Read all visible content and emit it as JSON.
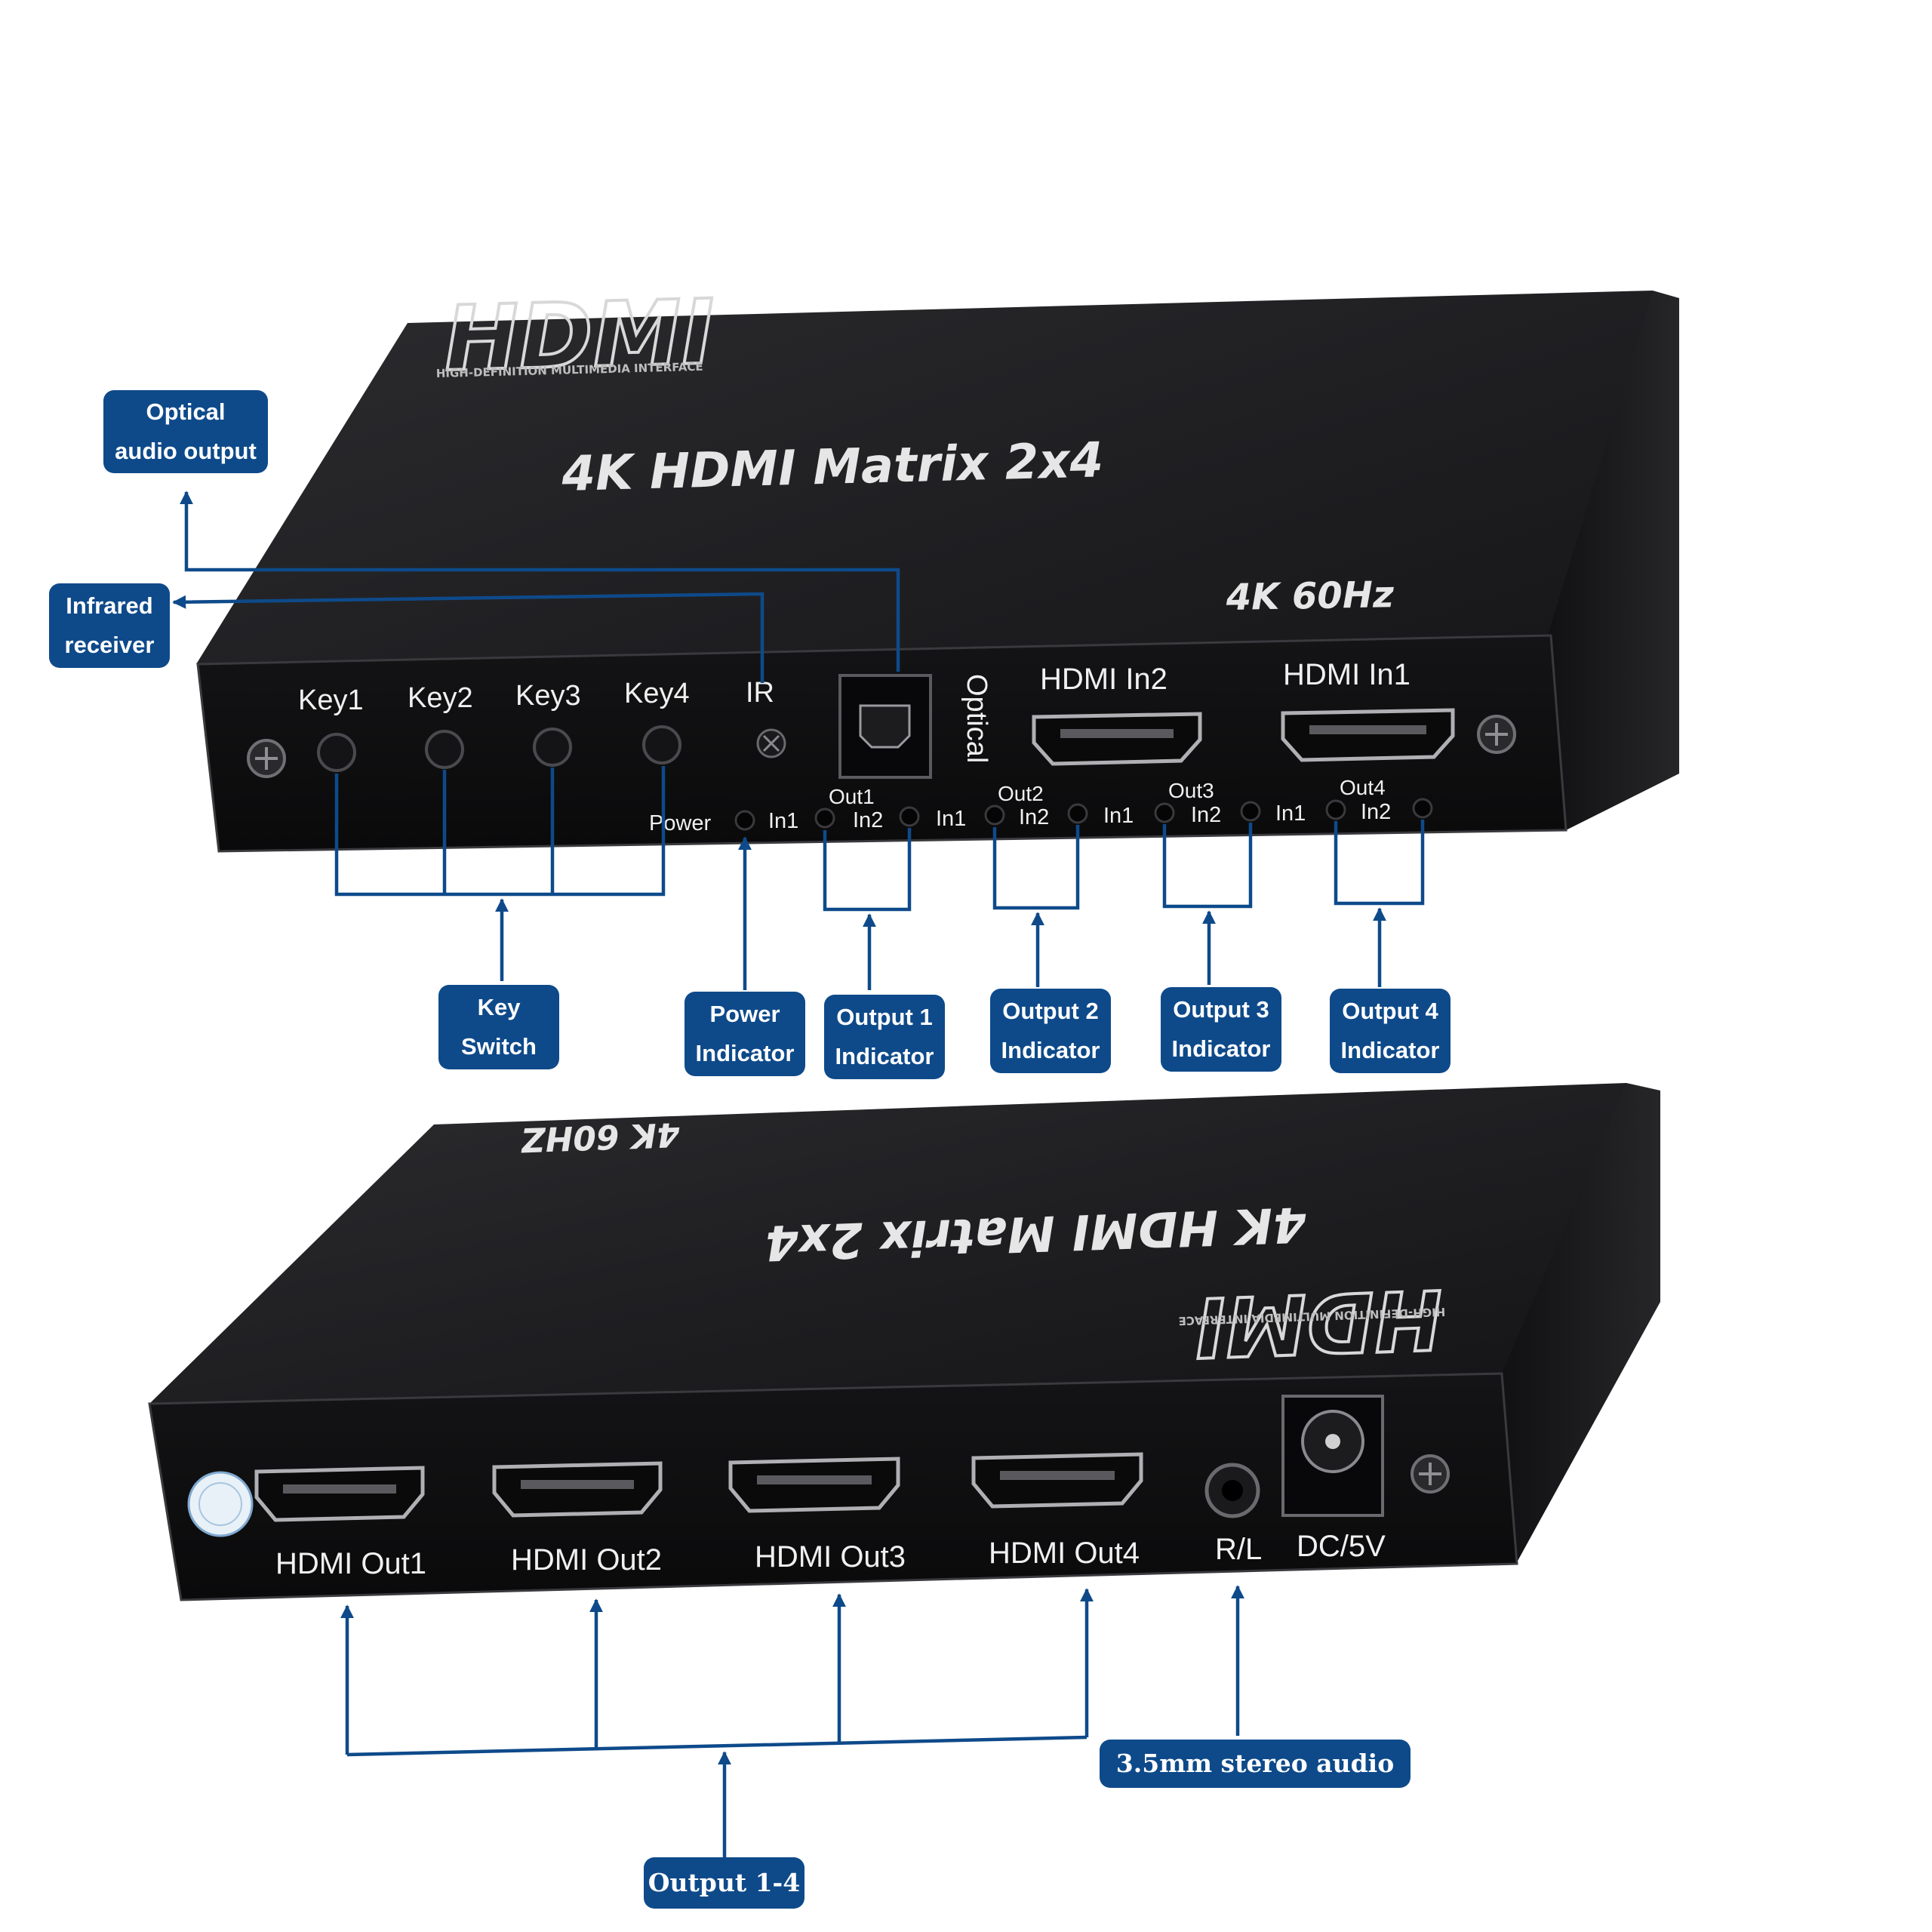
{
  "colors": {
    "callout_bg": "#0e4a8a",
    "leader_line": "#0e4a8a",
    "device_body": "#1c1c1e",
    "device_text": "#e8e8e8"
  },
  "front_unit": {
    "logo": "HDMI",
    "logo_tagline": "HIGH-DEFINITION MULTIMEDIA INTERFACE",
    "model_name": "4K HDMI Matrix 2x4",
    "resolution": "4K 60Hz",
    "port_labels": {
      "key1": "Key1",
      "key2": "Key2",
      "key3": "Key3",
      "key4": "Key4",
      "ir": "IR",
      "optical": "Optical",
      "hdmi_in2": "HDMI In2",
      "hdmi_in1": "HDMI In1"
    },
    "led_labels": {
      "power": "Power",
      "out1": "Out1",
      "out2": "Out2",
      "out3": "Out3",
      "out4": "Out4",
      "in1": "In1",
      "in2": "In2"
    }
  },
  "back_unit": {
    "logo": "HDMI",
    "logo_tagline": "HIGH-DEFINITION MULTIMEDIA INTERFACE",
    "model_name": "4K HDMI Matrix 2x4",
    "resolution": "4K 60HZ",
    "port_labels": {
      "out1": "HDMI Out1",
      "out2": "HDMI Out2",
      "out3": "HDMI Out3",
      "out4": "HDMI Out4",
      "rl": "R/L",
      "dc": "DC/5V"
    }
  },
  "callouts": {
    "optical_output": [
      "Optical",
      "audio output"
    ],
    "infrared_receiver": [
      "Infrared",
      "receiver"
    ],
    "key_switch": [
      "Key",
      "Switch"
    ],
    "power_indicator": [
      "Power",
      "Indicator"
    ],
    "output1_indicator": [
      "Output 1",
      "Indicator"
    ],
    "output2_indicator": [
      "Output 2",
      "Indicator"
    ],
    "output3_indicator": [
      "Output 3",
      "Indicator"
    ],
    "output4_indicator": [
      "Output 4",
      "Indicator"
    ],
    "stereo_audio": [
      "3.5mm stereo audio"
    ],
    "output_1_4": [
      "Output 1-4"
    ]
  }
}
